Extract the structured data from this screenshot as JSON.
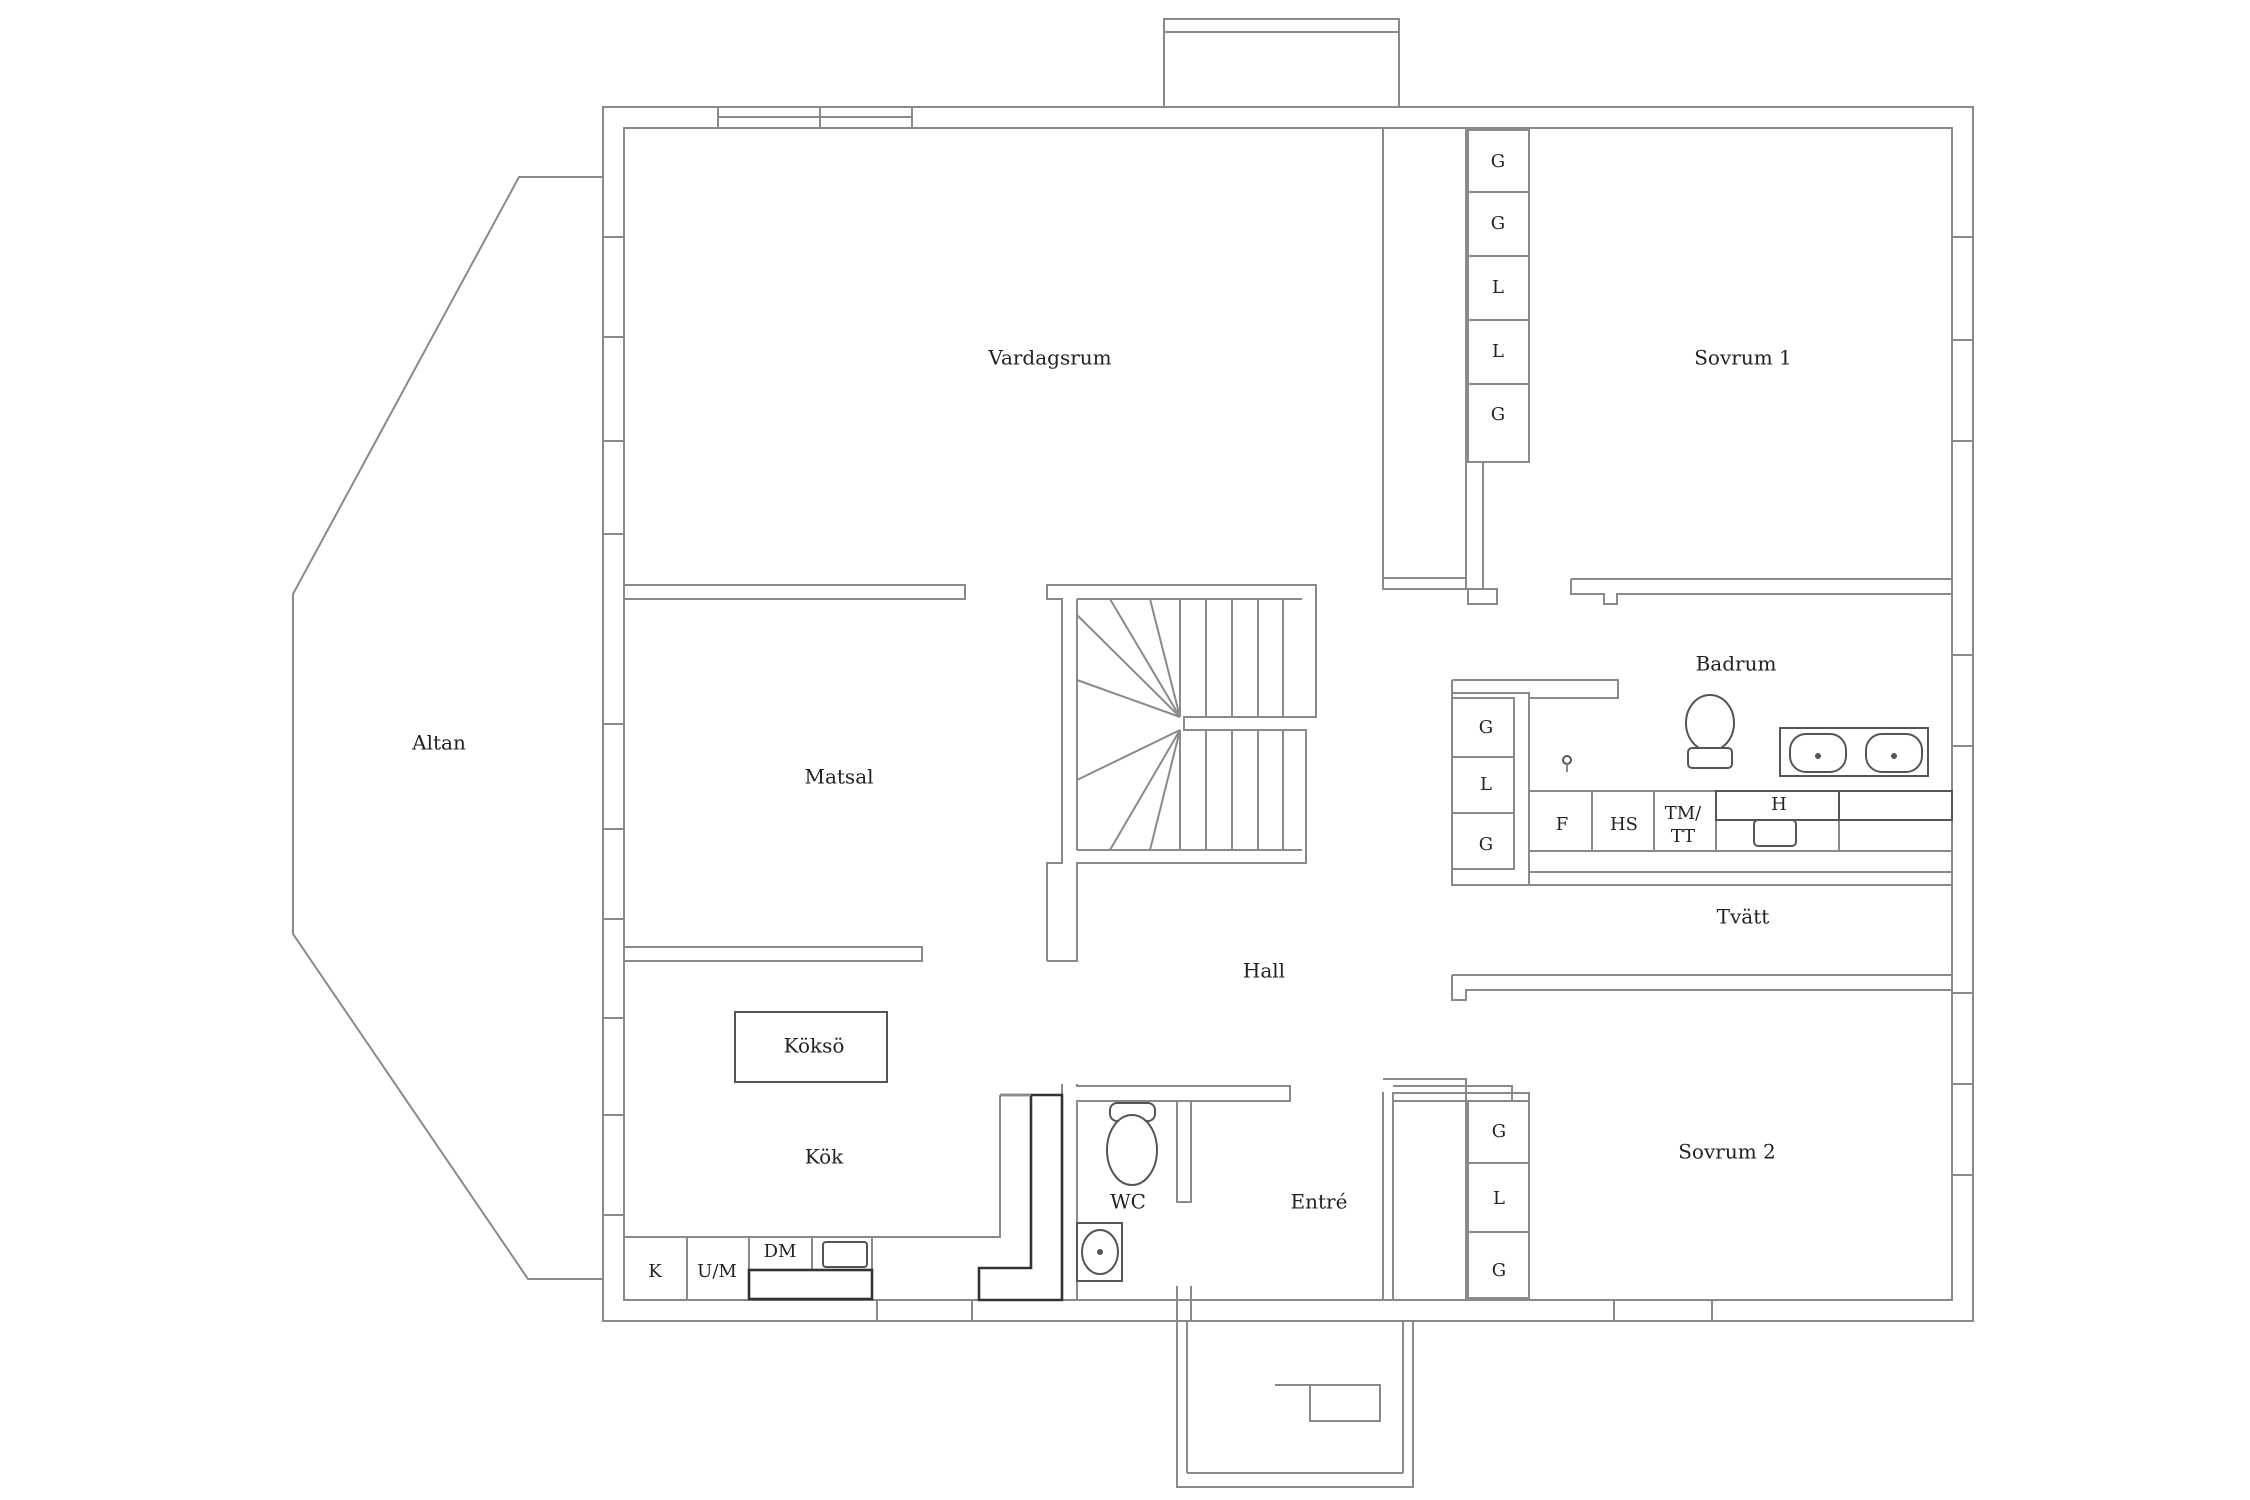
{
  "rooms": {
    "altan": "Altan",
    "vardagsrum": "Vardagsrum",
    "sovrum1": "Sovrum 1",
    "badrum": "Badrum",
    "matsal": "Matsal",
    "hall": "Hall",
    "tvatt": "Tvätt",
    "kokso": "Köksö",
    "kok": "Kök",
    "wc": "WC",
    "entre": "Entré",
    "sovrum2": "Sovrum 2"
  },
  "closets": {
    "sovrum1": [
      "G",
      "G",
      "L",
      "L",
      "G"
    ],
    "badrum": [
      "G",
      "L",
      "G"
    ],
    "sovrum2": [
      "G",
      "L",
      "G"
    ]
  },
  "appliances": {
    "kitchen": [
      "K",
      "U/M",
      "DM"
    ],
    "laundry": [
      "F",
      "HS",
      "TM/\nTT",
      "H"
    ]
  },
  "colors": {
    "wall_stroke": "#8a8a8a",
    "fixture_stroke": "#555555",
    "text": "#222222",
    "background": "#ffffff"
  }
}
